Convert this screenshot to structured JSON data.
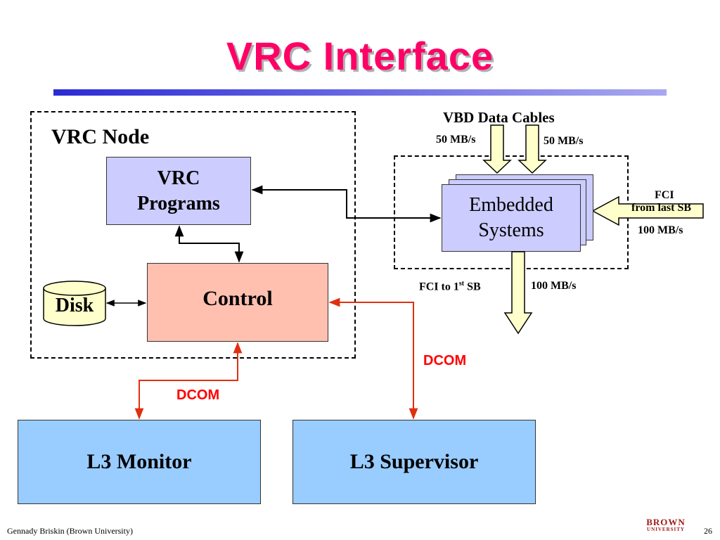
{
  "slide": {
    "title": "VRC Interface",
    "footer": "Gennady Briskin (Brown University)",
    "page_number": "26",
    "logo_top": "BROWN",
    "logo_bottom": "UNIVERSITY"
  },
  "diagram": {
    "node_label": "VRC Node",
    "vrc_programs": [
      "VRC",
      "Programs"
    ],
    "control": "Control",
    "disk": "Disk",
    "embedded_systems": [
      "Embedded",
      "Systems"
    ],
    "l3_monitor": "L3 Monitor",
    "l3_supervisor": "L3 Supervisor",
    "vbd_cables": "VBD Data Cables",
    "rate_left": "50 MB/s",
    "rate_right": "50 MB/s",
    "fci_in_line1": "FCI",
    "fci_in_line2": "from last SB",
    "fci_in_rate": "100 MB/s",
    "fci_out_prefix": "FCI to 1",
    "fci_out_sup": "st",
    "fci_out_suffix": " SB",
    "fci_out_rate": "100 MB/s",
    "dcom_left": "DCOM",
    "dcom_right": "DCOM"
  },
  "colors": {
    "title": "#ff0066",
    "dcom_link": "#e03010",
    "vrc_box": "#ccccff",
    "control_box": "#ffc0b0",
    "l3_box": "#99ccff",
    "disk": "#ffffcc",
    "data_arrow": "#ffffcc"
  }
}
